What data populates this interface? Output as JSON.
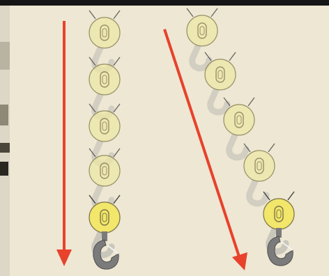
{
  "colors": {
    "paper": "#ede7d3",
    "arrow": "#e8412c",
    "hook_yellow": "#f2e66b",
    "hook_yellow_faded": "#ede8a6",
    "hook_outline": "#7d7446",
    "hook_grey": "#7b7b7b",
    "shadow_grey": "#c9c6bb",
    "frame_dark": "#151515"
  },
  "panels": [
    {
      "name": "vertical-sequence",
      "arrow_direction": "straight-down",
      "frame_count": 5,
      "final_frame_has_hook": true
    },
    {
      "name": "diagonal-sequence",
      "arrow_direction": "down-right",
      "frame_count": 5,
      "final_frame_has_hook": true
    }
  ]
}
